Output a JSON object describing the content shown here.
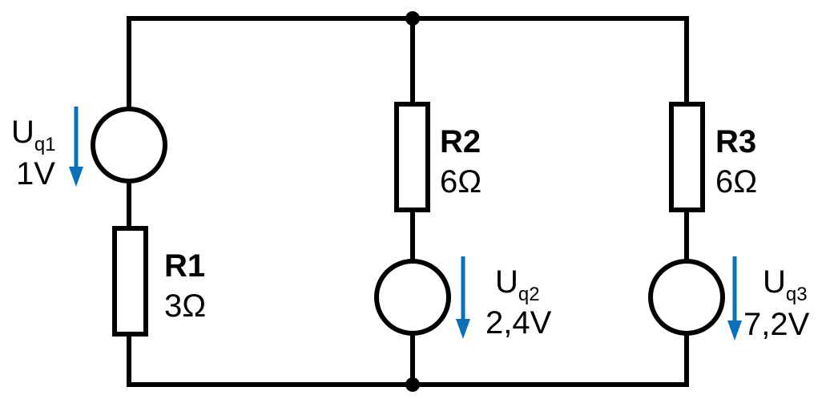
{
  "sources": [
    {
      "symbol": "U",
      "sub": "q1",
      "value": "1V"
    },
    {
      "symbol": "U",
      "sub": "q2",
      "value": "2,4V"
    },
    {
      "symbol": "U",
      "sub": "q3",
      "value": "7,2V"
    }
  ],
  "resistors": [
    {
      "name": "R1",
      "value": "3Ω"
    },
    {
      "name": "R2",
      "value": "6Ω"
    },
    {
      "name": "R3",
      "value": "6Ω"
    }
  ],
  "colors": {
    "wire": "#000000",
    "arrow": "#0a71b9"
  }
}
